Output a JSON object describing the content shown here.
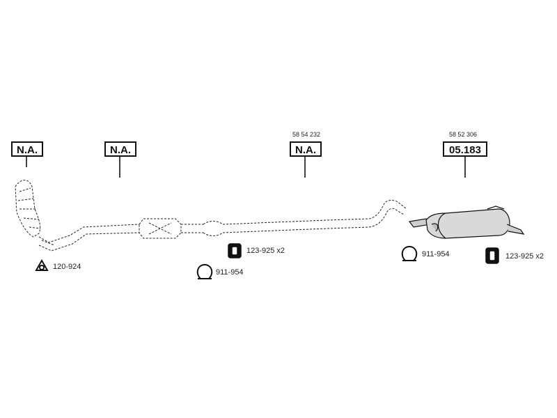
{
  "parts": [
    {
      "code": "N.A.",
      "oe": ""
    },
    {
      "code": "N.A.",
      "oe": ""
    },
    {
      "code": "N.A.",
      "oe": "58 54 232"
    },
    {
      "code": "05.183",
      "oe": "58 52 306"
    }
  ],
  "hardware": [
    {
      "label": "120-924",
      "icon": "gasket-icon"
    },
    {
      "label": "123-925 x2",
      "icon": "rubber-hanger-icon"
    },
    {
      "label": "911-954",
      "icon": "clamp-icon"
    },
    {
      "label": "911-954",
      "icon": "clamp-icon"
    },
    {
      "label": "123-925 x2",
      "icon": "rubber-hanger-icon"
    }
  ]
}
